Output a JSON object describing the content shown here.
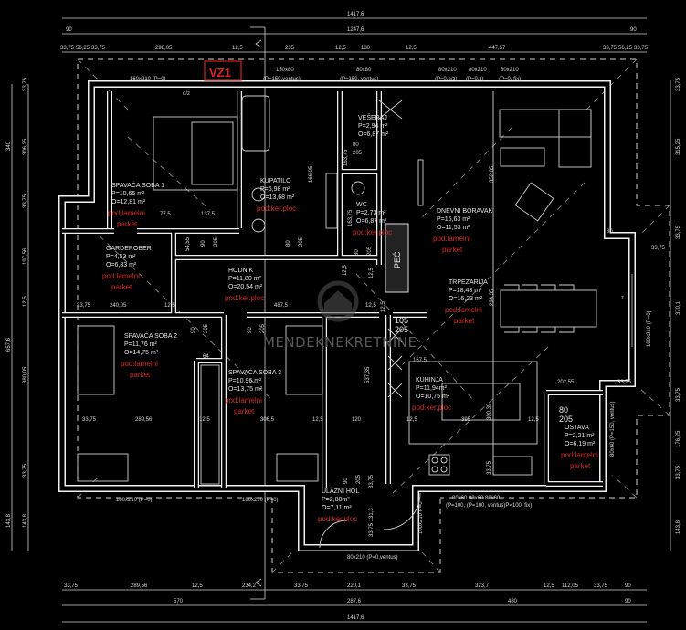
{
  "tag": "VZ1",
  "watermark": "MENDEKNEKRETNINE",
  "stove_label": "PEĆ",
  "rooms": [
    {
      "name": "SPAVAĆA SOBA 1",
      "area": "P=10,65 m²",
      "perimeter": "O=12,81 m²",
      "floor": "pod:lamelni",
      "floor2": "parket"
    },
    {
      "name": "KUPATILO",
      "area": "P=6,98 m²",
      "perimeter": "O=13,68 m²",
      "floor": "pod:ker.ploc"
    },
    {
      "name": "VEŠERAJ",
      "area": "P=2,94 m²",
      "perimeter": "O=6,87 m²"
    },
    {
      "name": "WC",
      "area": "P=2,73 m²",
      "perimeter": "O=6,87 m²",
      "floor": "pod:ker.ploc"
    },
    {
      "name": "DNEVNI BORAVAK",
      "area": "P=15,63 m²",
      "perimeter": "O=11,53 m²",
      "floor": "pod:lamelni",
      "floor2": "parket"
    },
    {
      "name": "GARDEROBER",
      "area": "P=4,53 m²",
      "perimeter": "O=6,83 m²",
      "floor": "pod:lamelni",
      "floor2": "parket"
    },
    {
      "name": "HODNIK",
      "area": "P=11,80 m²",
      "perimeter": "O=20,54 m²",
      "floor": "pod:ker.ploc"
    },
    {
      "name": "TRPEZARIJA",
      "area": "P=18,43 m²",
      "perimeter": "O=16,23 m²",
      "floor": "pod:lamelni",
      "floor2": "parket"
    },
    {
      "name": "SPAVAĆA SOBA 2",
      "area": "P=11,76 m²",
      "perimeter": "O=14,75 m²",
      "floor": "pod:lamelni",
      "floor2": "parket"
    },
    {
      "name": "SPAVAĆA SOBA 3",
      "area": "P=10,96 m²",
      "perimeter": "O=13,75 m²",
      "floor": "pod:lamelni",
      "floor2": "parket"
    },
    {
      "name": "KUHINJA",
      "area": "P=11,94m²",
      "perimeter": "O=10,75 m²",
      "floor": "pod:ker.ploc"
    },
    {
      "name": "OSTAVA",
      "area": "P=2,21 m²",
      "perimeter": "O=6,19 m²",
      "floor": "pod:lamelni",
      "floor2": "parket"
    },
    {
      "name": "ULAZNI HOL",
      "area": "P=2,88m²",
      "perimeter": "O=7,11 m²",
      "floor": "pod:ker.ploc"
    }
  ],
  "windows": {
    "w1": "160x210 (P=0)",
    "w2_size": "150x80",
    "w2_type": "(P=150,ventus)",
    "w3_size": "80x80",
    "w3_type": "(P=150, ventus)",
    "w4_size": "80x210",
    "w4_type": "(P=0,o/z)",
    "w5_size": "80x210",
    "w5_type": "(P=0,z)",
    "w6_size": "80x210",
    "w6_type": "(P=0, fix)",
    "w7": "180x210 (P=0)",
    "w8": "180x210 (P=0)",
    "w9": "80x210 (P=0,ventus)",
    "w10": "100x210 P=0",
    "w11_sizes": "80x60     90x60     80x60",
    "w11_types": "(P=100, (P=100, ventus)P=100, fix)",
    "w12": "190x210 (P=0)",
    "w13": "80x60 (P=150, ventus)",
    "oz": "o/z",
    "z": "z"
  },
  "dimensions": {
    "top_total": "1417,6",
    "top_mid": [
      "90",
      "1247,6",
      "90"
    ],
    "top_detail": [
      "33,75",
      "56,25",
      "33,75",
      "298,05",
      "12,5",
      "235",
      "12,5",
      "180",
      "12,5",
      "447,57",
      "33,75",
      "56,25",
      "33,75"
    ],
    "bottom_detail": [
      "33,75",
      "289,56",
      "12,5",
      "234,2",
      "33,75",
      "220,1",
      "33,75",
      "323,7",
      "12,5",
      "112,05",
      "33,75",
      "90"
    ],
    "bottom_mid": [
      "570",
      "287,6",
      "480",
      "90"
    ],
    "bottom_total": "1417,6",
    "left_outer": [
      "340",
      "657,6",
      "143,8"
    ],
    "left_inner": [
      "33,75",
      "306,25",
      "33,75",
      "197,56",
      "12,5",
      "380,05",
      "33,75",
      "143,8"
    ],
    "right": [
      "33,75",
      "315,25",
      "33,75",
      "370,1",
      "33,75",
      "176,25",
      "33,75",
      "143,8"
    ]
  },
  "interior_dims": [
    "77,5",
    "137,5",
    "54,55",
    "33,75",
    "240,05",
    "12,5",
    "487,5",
    "12,5",
    "64",
    "33,75",
    "289,56",
    "12,5",
    "306,5",
    "12,5",
    "120",
    "167,5",
    "395",
    "12,5",
    "12,5",
    "202,55",
    "33,75",
    "80",
    "33,75",
    "352,85",
    "294,35",
    "537,35",
    "300,39",
    "33,75",
    "166,05",
    "163,75",
    "163,75",
    "12,5",
    "12,5",
    "33,75 131,3",
    "12,5",
    "33,75"
  ],
  "door_dims": [
    "90",
    "205",
    "80",
    "205",
    "80",
    "205",
    "80",
    "205",
    "105",
    "205",
    "80",
    "205",
    "90",
    "205",
    "90",
    "205",
    "90",
    "205"
  ]
}
